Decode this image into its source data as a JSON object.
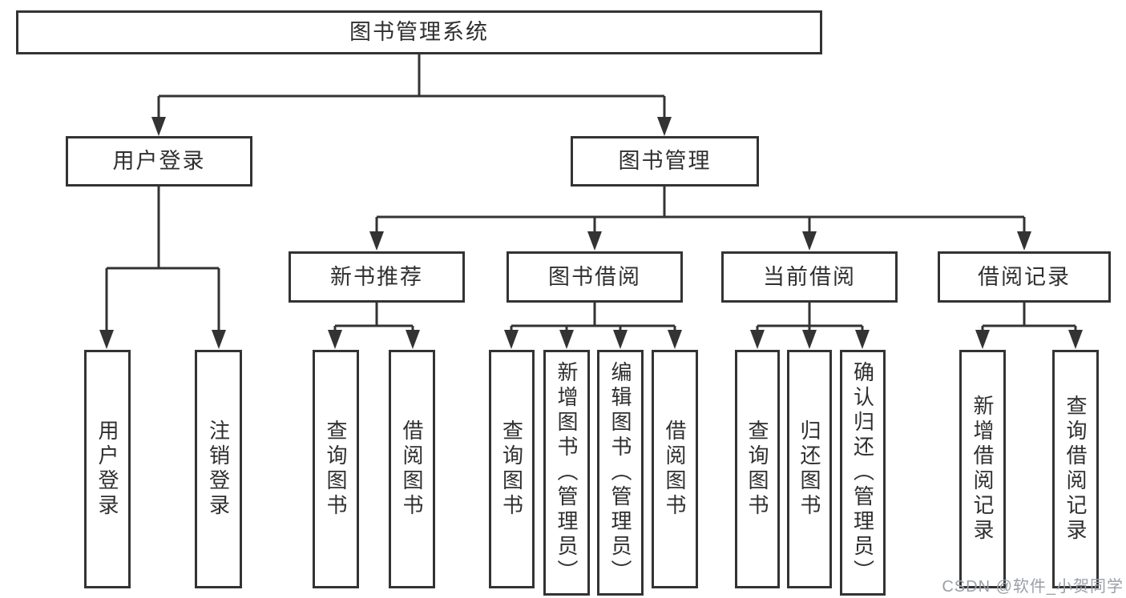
{
  "diagram": {
    "root": {
      "label": "图书管理系统"
    },
    "level2": [
      {
        "label": "用户登录"
      },
      {
        "label": "图书管理"
      }
    ],
    "level3": [
      {
        "label": "新书推荐"
      },
      {
        "label": "图书借阅"
      },
      {
        "label": "当前借阅"
      },
      {
        "label": "借阅记录"
      }
    ],
    "leafGroups": [
      {
        "parent": "用户登录",
        "items": [
          {
            "label": "用户登录"
          },
          {
            "label": "注销登录"
          }
        ]
      },
      {
        "parent": "新书推荐",
        "items": [
          {
            "label": "查询图书"
          },
          {
            "label": "借阅图书"
          }
        ]
      },
      {
        "parent": "图书借阅",
        "items": [
          {
            "label": "查询图书"
          },
          {
            "label": "新增图书（管理员）"
          },
          {
            "label": "编辑图书（管理员）"
          },
          {
            "label": "借阅图书"
          }
        ]
      },
      {
        "parent": "当前借阅",
        "items": [
          {
            "label": "查询图书"
          },
          {
            "label": "归还图书"
          },
          {
            "label": "确认归还（管理员）"
          }
        ]
      },
      {
        "parent": "借阅记录",
        "items": [
          {
            "label": "新增借阅记录"
          },
          {
            "label": "查询借阅记录"
          }
        ]
      }
    ]
  },
  "watermark": {
    "text": "CSDN @软件_小贺同学"
  },
  "colors": {
    "line": "#333333",
    "box_border": "#333333",
    "box_fill": "#ffffff",
    "text": "#2f2f2f",
    "watermark": "#9aa0a8",
    "background": "#ffffff"
  }
}
